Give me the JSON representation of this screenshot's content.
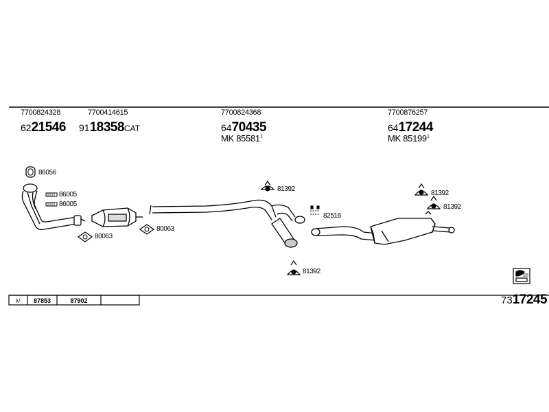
{
  "header": {
    "groups": [
      {
        "oe": "7700824328",
        "prefix": "62",
        "number": "21546",
        "suffix": ""
      },
      {
        "oe": "7700414615",
        "prefix": "91",
        "number": "18358",
        "suffix": "CAT"
      },
      {
        "oe": "7700824368",
        "prefix": "64",
        "number": "70435",
        "suffix": "",
        "mk": "MK  85581",
        "mk_sup": "1"
      },
      {
        "oe": "7700876257",
        "prefix": "64",
        "number": "17244",
        "suffix": "",
        "mk": "MK  85199",
        "mk_sup": "1"
      }
    ]
  },
  "labels": {
    "p86056": "86056",
    "p86005a": "86005",
    "p86005b": "86005",
    "p80063a": "80063",
    "p80063b": "80063",
    "p81392a": "81392",
    "p81392b": "81392",
    "p81392c": "81392",
    "p81392d": "81392",
    "p82516": "82516"
  },
  "footer": {
    "lambda": "λ¹",
    "cells": [
      "87853",
      "87902"
    ],
    "catalog_prefix": "73",
    "catalog_number": "17245"
  }
}
